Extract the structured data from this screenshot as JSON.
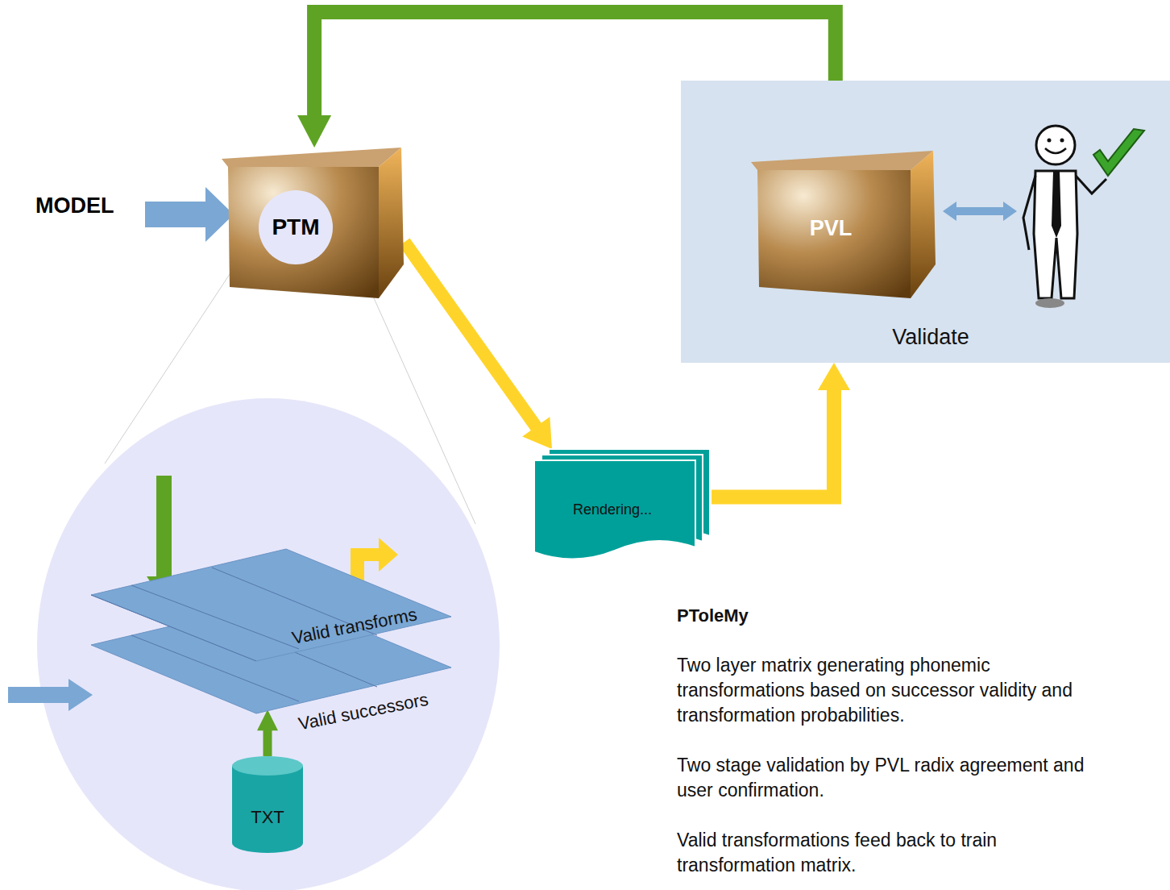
{
  "diagram": {
    "nodes": [
      {
        "text": [
          "PTM"
        ]
      },
      {
        "text": [
          "Validate"
        ]
      },
      {
        "text": [
          "PVL"
        ],
        "in": 1
      },
      {
        "text": [
          "Rendering..."
        ]
      },
      {
        "text": [
          "Valid transforms"
        ]
      },
      {
        "text": [
          "Valid successors"
        ]
      },
      {
        "text": [
          "TXT"
        ]
      }
    ],
    "edges": [
      {
        "from": 0,
        "to": 3,
        "arrow": "to"
      },
      {
        "from": 3,
        "to": 1,
        "arrow": "to"
      },
      {
        "from": 1,
        "to": 0,
        "arrow": "to"
      },
      {
        "from": 6,
        "to": 5,
        "arrow": "to"
      }
    ],
    "labels": [
      "MODEL",
      "PToleMy",
      "Two layer matrix generating phonemic transformations based on successor validity and transformation probabilities.",
      "Two stage validation by PVL radix agreement and user confirmation.",
      "Valid transformations feed back to train transformation matrix."
    ]
  }
}
